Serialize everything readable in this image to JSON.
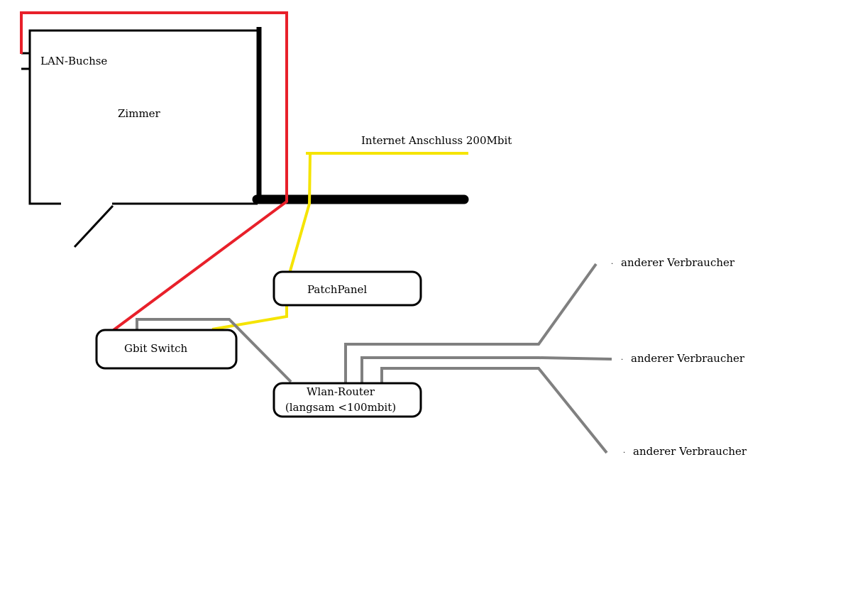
{
  "diagram": {
    "labels": {
      "lan_socket": "LAN-Buchse",
      "room": "Zimmer",
      "internet": "Internet Anschluss 200Mbit",
      "patch_panel": "PatchPanel",
      "gbit_switch": "Gbit Switch",
      "wlan_router_line1": "Wlan-Router",
      "wlan_router_line2": "(langsam <100mbit)",
      "consumer_1": "anderer Verbraucher",
      "consumer_2": "anderer Verbraucher",
      "consumer_3": "anderer Verbraucher"
    },
    "colors": {
      "red_cable": "#e8202a",
      "yellow_cable": "#f5e400",
      "gray_cable": "#808080",
      "wall": "#000000"
    }
  }
}
